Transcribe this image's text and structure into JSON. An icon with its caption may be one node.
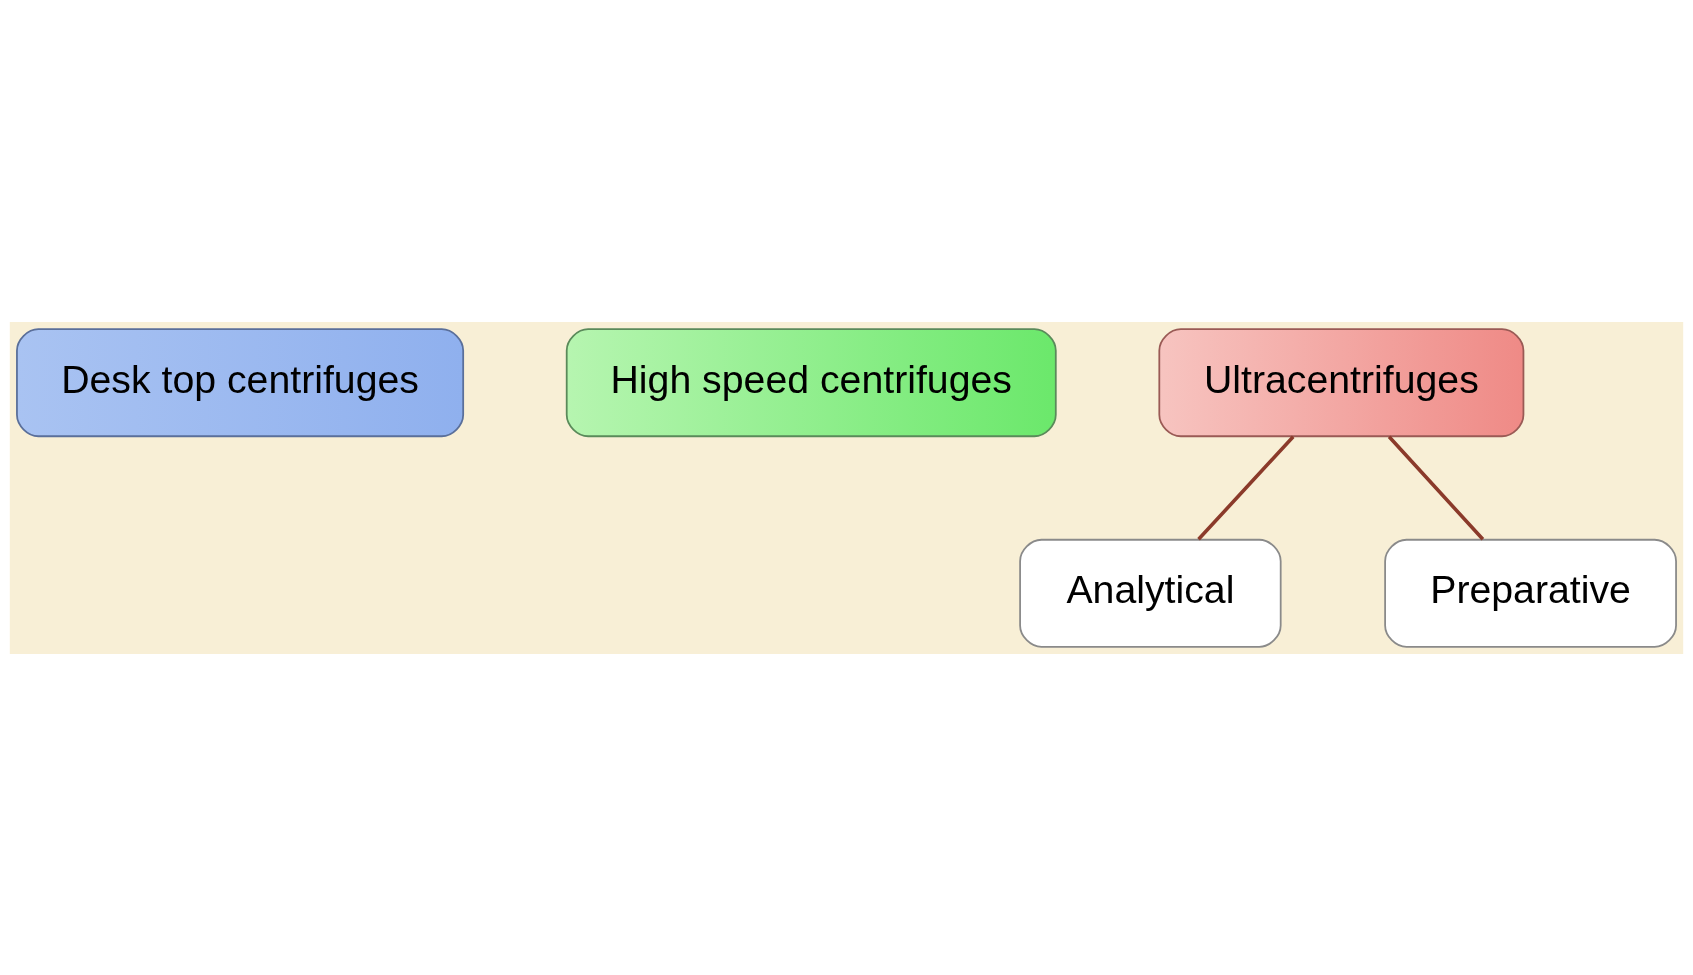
{
  "diagram": {
    "nodes": [
      {
        "text": [
          "Desk top centrifuges"
        ]
      },
      {
        "text": [
          "High speed centrifuges"
        ]
      },
      {
        "text": [
          "Ultracentrifuges"
        ]
      },
      {
        "text": [
          "Analytical"
        ]
      },
      {
        "text": [
          "Preparative"
        ]
      }
    ],
    "edges": [
      {
        "from": 2,
        "to": 3,
        "arrow": "none"
      },
      {
        "from": 2,
        "to": 4,
        "arrow": "none"
      }
    ]
  }
}
